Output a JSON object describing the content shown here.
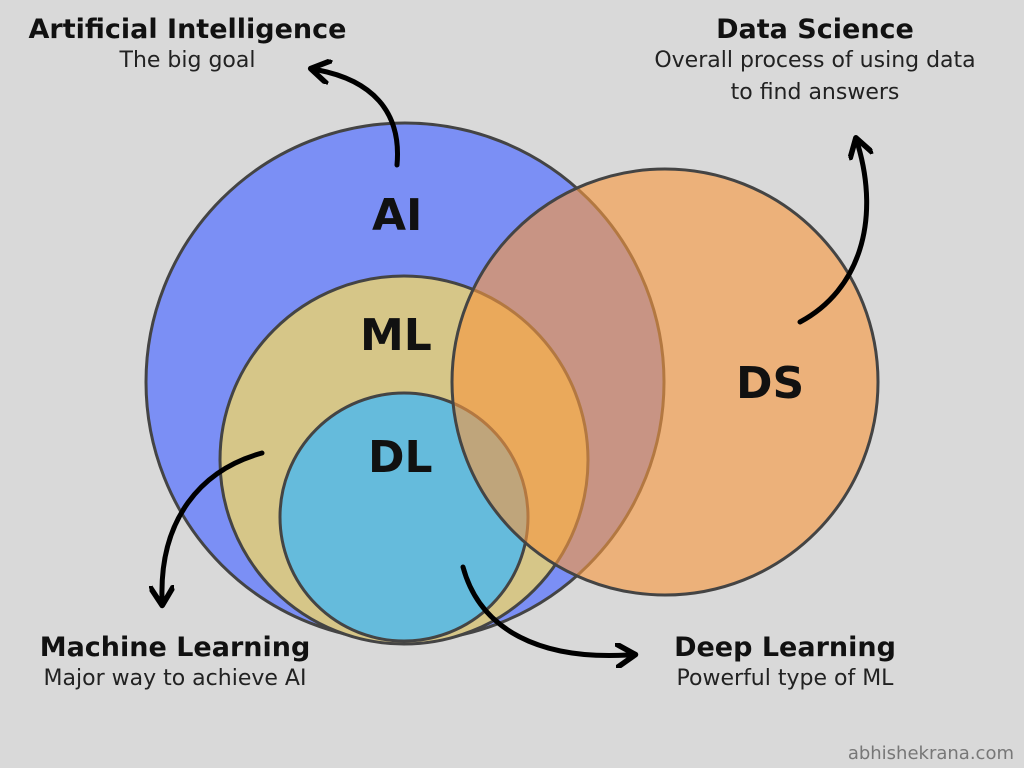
{
  "colors": {
    "background": "#d9d9d9",
    "ai": "#7b8ff5",
    "ml": "#d6c688",
    "dl": "#65bbdc",
    "ds": "#f4a070",
    "stroke": "#444444"
  },
  "circles": {
    "ai": "AI",
    "ml": "ML",
    "dl": "DL",
    "ds": "DS"
  },
  "labels": {
    "ai": {
      "title": "Artificial Intelligence",
      "subtitle": "The big goal"
    },
    "ds": {
      "title": "Data Science",
      "subtitle": "Overall process of using data to find answers"
    },
    "ml": {
      "title": "Machine Learning",
      "subtitle": "Major way to achieve AI"
    },
    "dl": {
      "title": "Deep Learning",
      "subtitle": "Powerful type of ML"
    }
  },
  "watermark": "abhishekrana.com"
}
